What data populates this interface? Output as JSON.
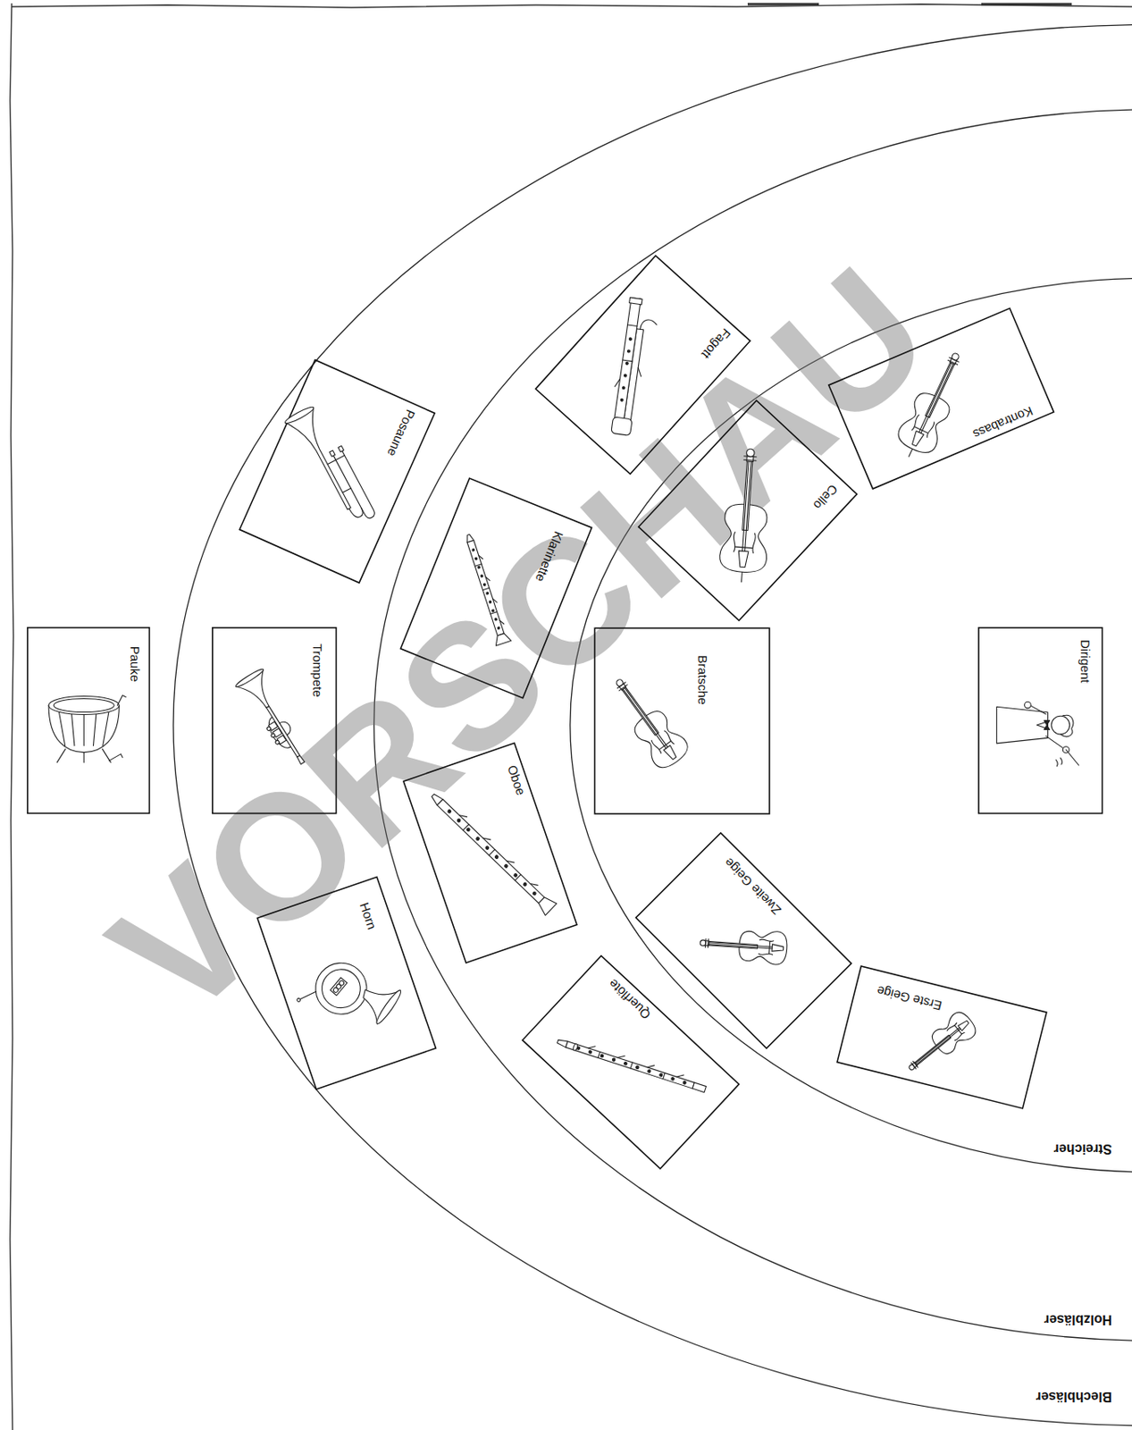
{
  "diagram": {
    "nodes": [
      {
        "text": [
          "Pauke"
        ]
      },
      {
        "text": [
          "Trompete"
        ]
      },
      {
        "text": [
          "Posaune"
        ]
      },
      {
        "text": [
          "Horn"
        ]
      },
      {
        "text": [
          "Klarinette"
        ]
      },
      {
        "text": [
          "Oboe"
        ]
      },
      {
        "text": [
          "Fagott"
        ]
      },
      {
        "text": [
          "Querflöte"
        ]
      },
      {
        "text": [
          "Bratsche"
        ]
      },
      {
        "text": [
          "Cello"
        ]
      },
      {
        "text": [
          "Zweite Geige"
        ]
      },
      {
        "text": [
          "Kontrabass"
        ]
      },
      {
        "text": [
          "Erste Geige"
        ]
      },
      {
        "text": [
          "Dirigent"
        ]
      }
    ],
    "labels": [
      "VORSCHAU",
      "Streicher",
      "Holzbläser",
      "Blechbläser"
    ]
  }
}
